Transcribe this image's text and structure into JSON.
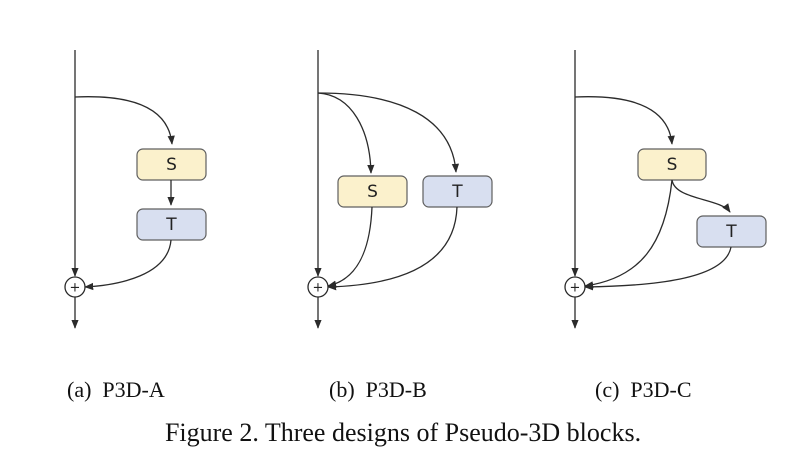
{
  "panels": [
    {
      "caption": "(a)  P3D-A",
      "spatial_label": "S",
      "temporal_label": "T",
      "sum_label": "+"
    },
    {
      "caption": "(b)  P3D-B",
      "spatial_label": "S",
      "temporal_label": "T",
      "sum_label": "+"
    },
    {
      "caption": "(c)  P3D-C",
      "spatial_label": "S",
      "temporal_label": "T",
      "sum_label": "+"
    }
  ],
  "figure_caption": "Figure 2. Three designs of Pseudo-3D blocks.",
  "colors": {
    "spatial_fill": "#fbf1cc",
    "temporal_fill": "#d8dff0",
    "line": "#2b2b2b"
  }
}
